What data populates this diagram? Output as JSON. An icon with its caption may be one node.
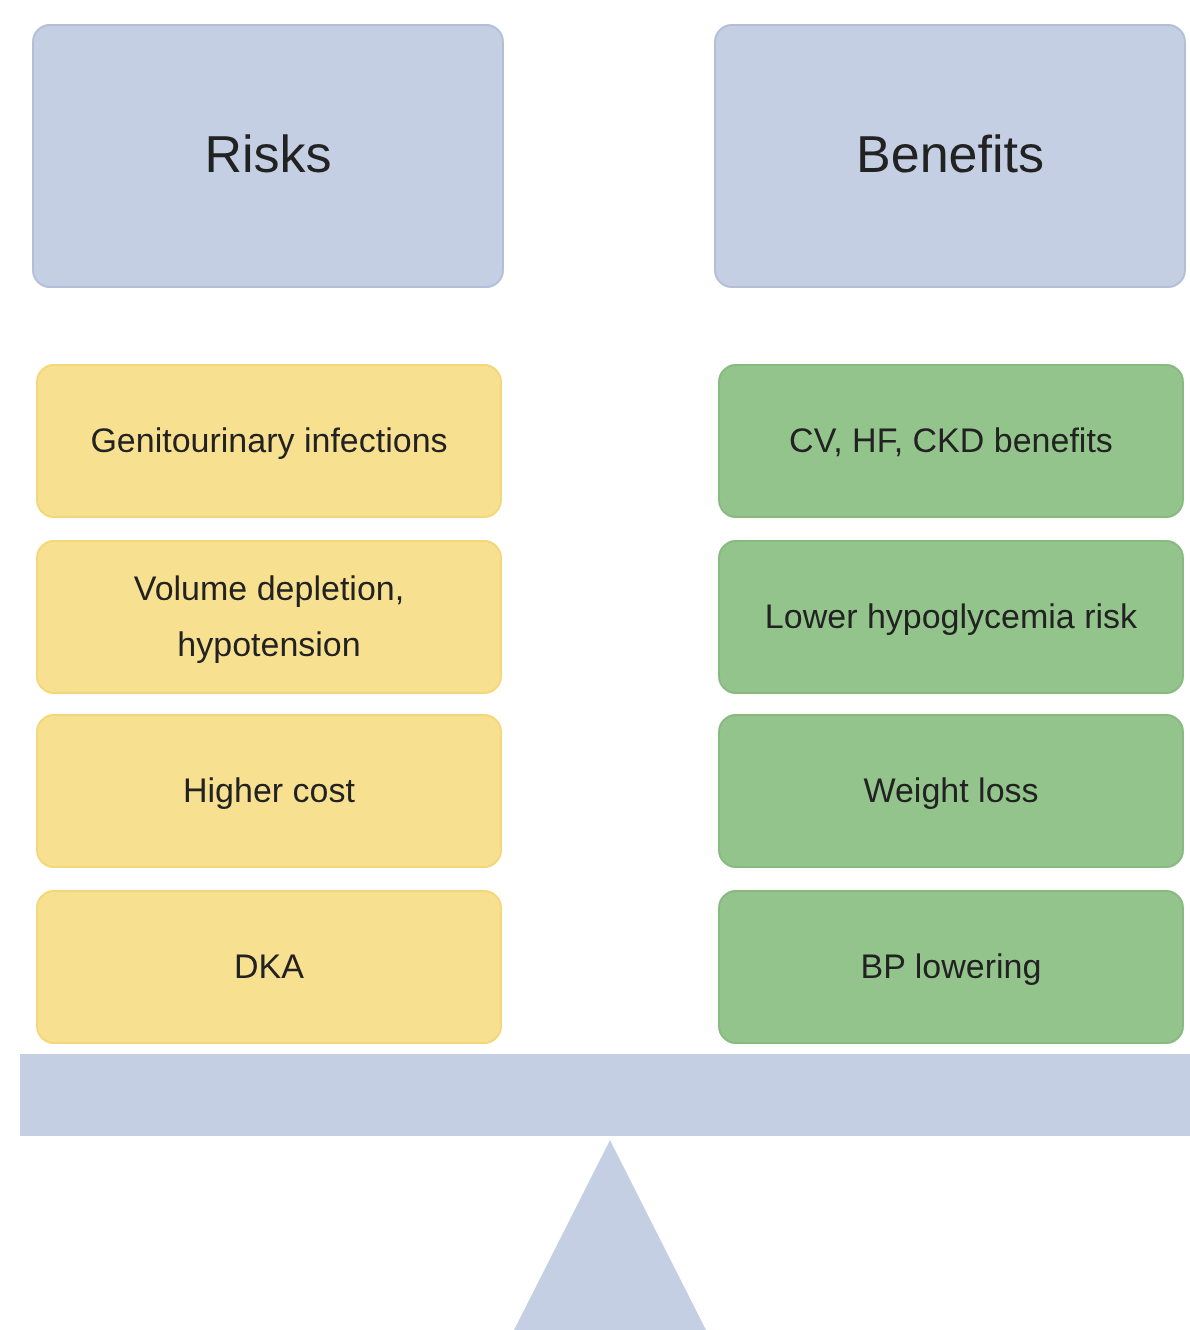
{
  "diagram": {
    "nodes": [
      {
        "text": [
          "Risks"
        ]
      },
      {
        "text": [
          "Benefits"
        ]
      },
      {
        "text": [
          "Genitourinary infections"
        ]
      },
      {
        "text": [
          "CV, HF, CKD benefits"
        ]
      },
      {
        "text": [
          "Volume depletion, hypotension"
        ]
      },
      {
        "text": [
          "Lower hypoglycemia risk"
        ]
      },
      {
        "text": [
          "Higher cost"
        ]
      },
      {
        "text": [
          "Weight loss"
        ]
      },
      {
        "text": [
          "DKA"
        ]
      },
      {
        "text": [
          "BP lowering"
        ]
      }
    ]
  }
}
